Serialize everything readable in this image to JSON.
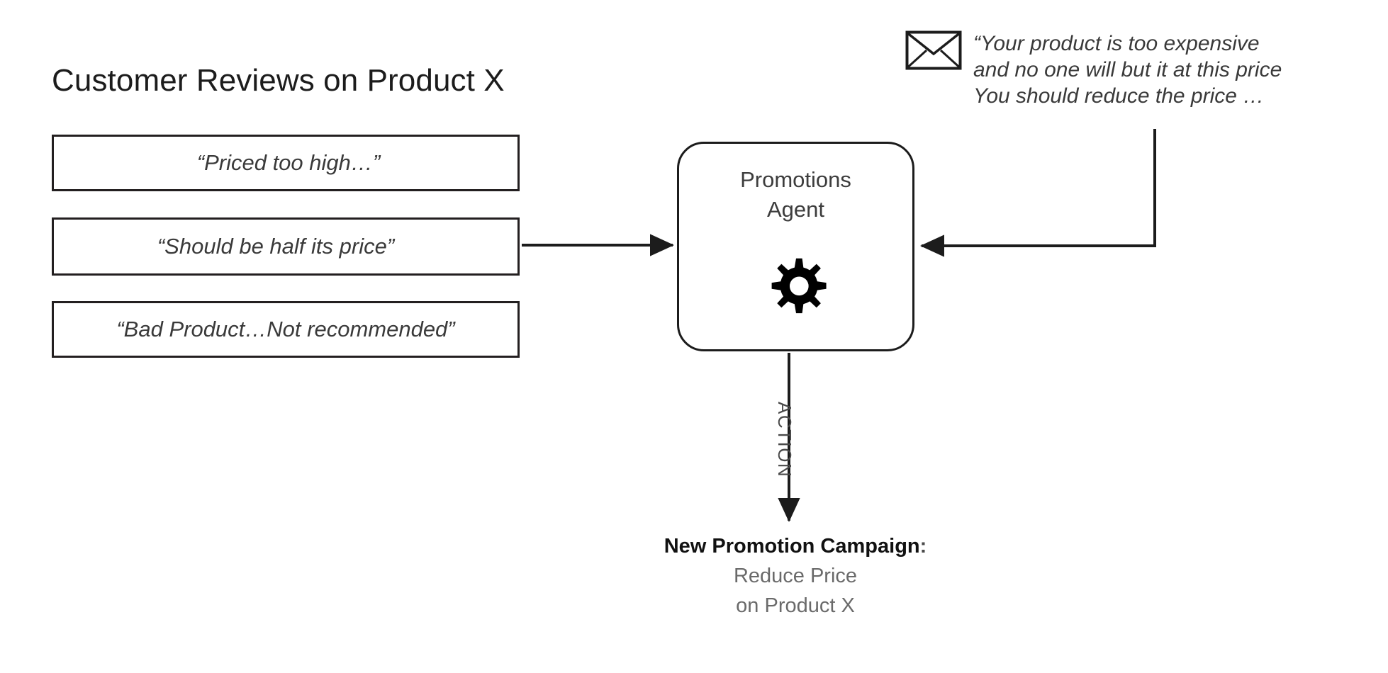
{
  "page": {
    "title": "Customer Reviews on Product X",
    "background_color": "#ffffff",
    "line_color": "#231f20",
    "text_color": "#3a3a3a"
  },
  "reviews": {
    "items": [
      {
        "text": "“Priced too high…”"
      },
      {
        "text": "“Should be half its price”"
      },
      {
        "text": "“Bad Product…Not recommended”"
      }
    ]
  },
  "agent": {
    "name_line1": "Promotions",
    "name_line2": "Agent",
    "icon": "gear-icon"
  },
  "email": {
    "icon": "envelope-icon",
    "lines": [
      "“Your product is too expensive",
      "and no one will but it at this price",
      "You should reduce the price …"
    ]
  },
  "flow": {
    "action_label": "ACTION"
  },
  "output": {
    "heading": "New Promotion Campaign",
    "heading_suffix": ":",
    "body_line1": "Reduce Price",
    "body_line2": "on Product X"
  }
}
